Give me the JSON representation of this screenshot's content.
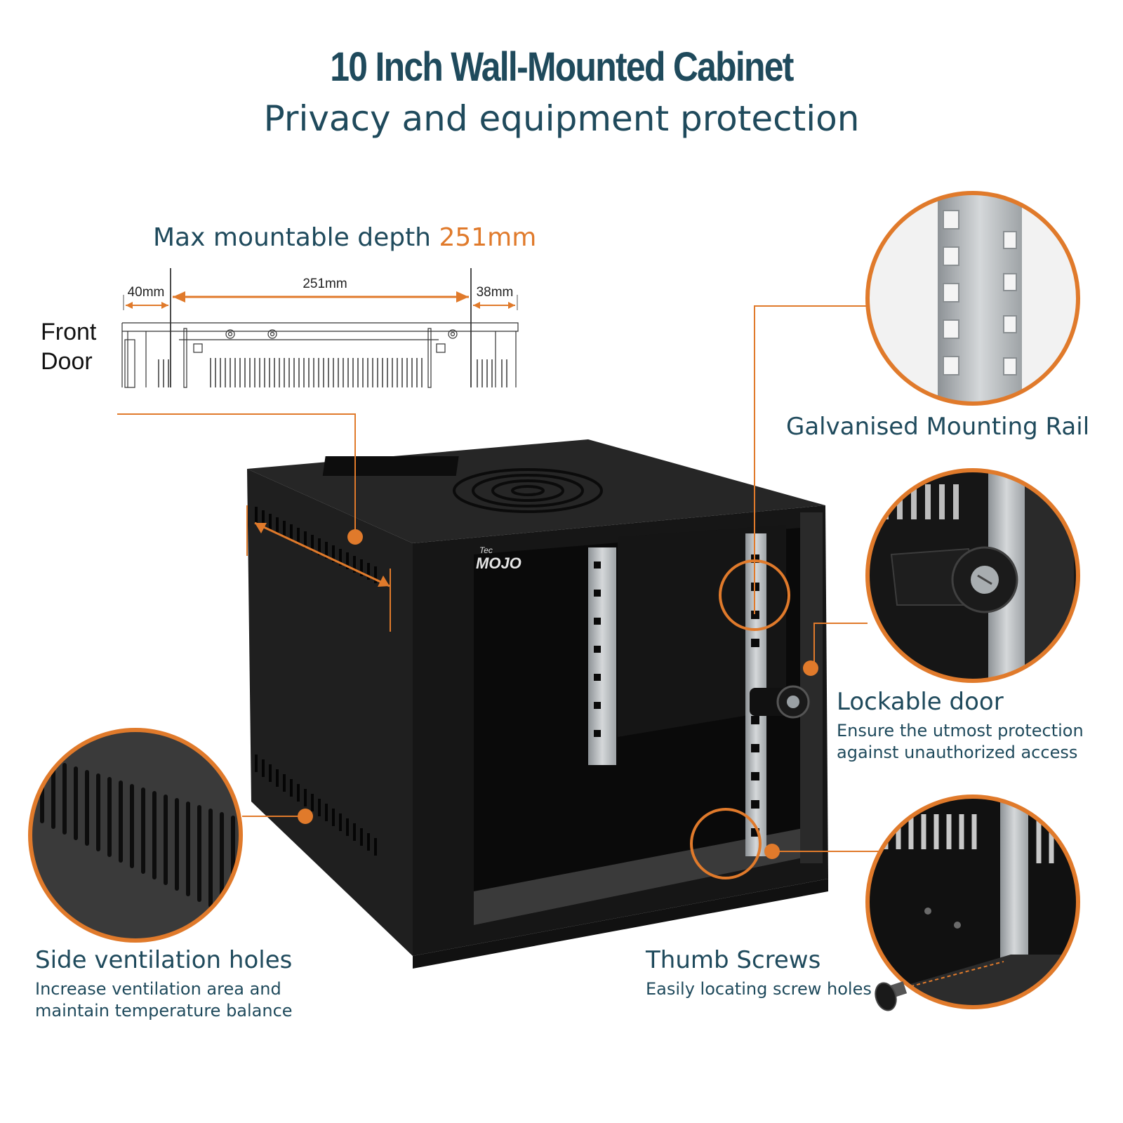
{
  "header": {
    "title": "10 Inch Wall-Mounted Cabinet",
    "subtitle": "Privacy and equipment protection"
  },
  "depth_diagram": {
    "label": "Max mountable depth",
    "value": "251mm",
    "dim_front": "40mm",
    "dim_depth": "251mm",
    "dim_rear": "38mm",
    "side_label_line1": "Front",
    "side_label_line2": "Door"
  },
  "product": {
    "brand_small": "Tec",
    "brand": "MOJO"
  },
  "features": {
    "rail": {
      "heading": "Galvanised Mounting Rail"
    },
    "lock": {
      "heading": "Lockable door",
      "line1": "Ensure the utmost protection",
      "line2": "against unauthorized access"
    },
    "vent": {
      "heading": "Side ventilation holes",
      "line1": "Increase ventilation area and",
      "line2": "maintain temperature balance"
    },
    "screws": {
      "heading": "Thumb Screws",
      "line1": "Easily locating screw holes"
    }
  },
  "colors": {
    "accent": "#e07a2b",
    "heading": "#1f4a5c",
    "cabinet": "#1c1c1c",
    "rail": "#b4b8bb"
  }
}
